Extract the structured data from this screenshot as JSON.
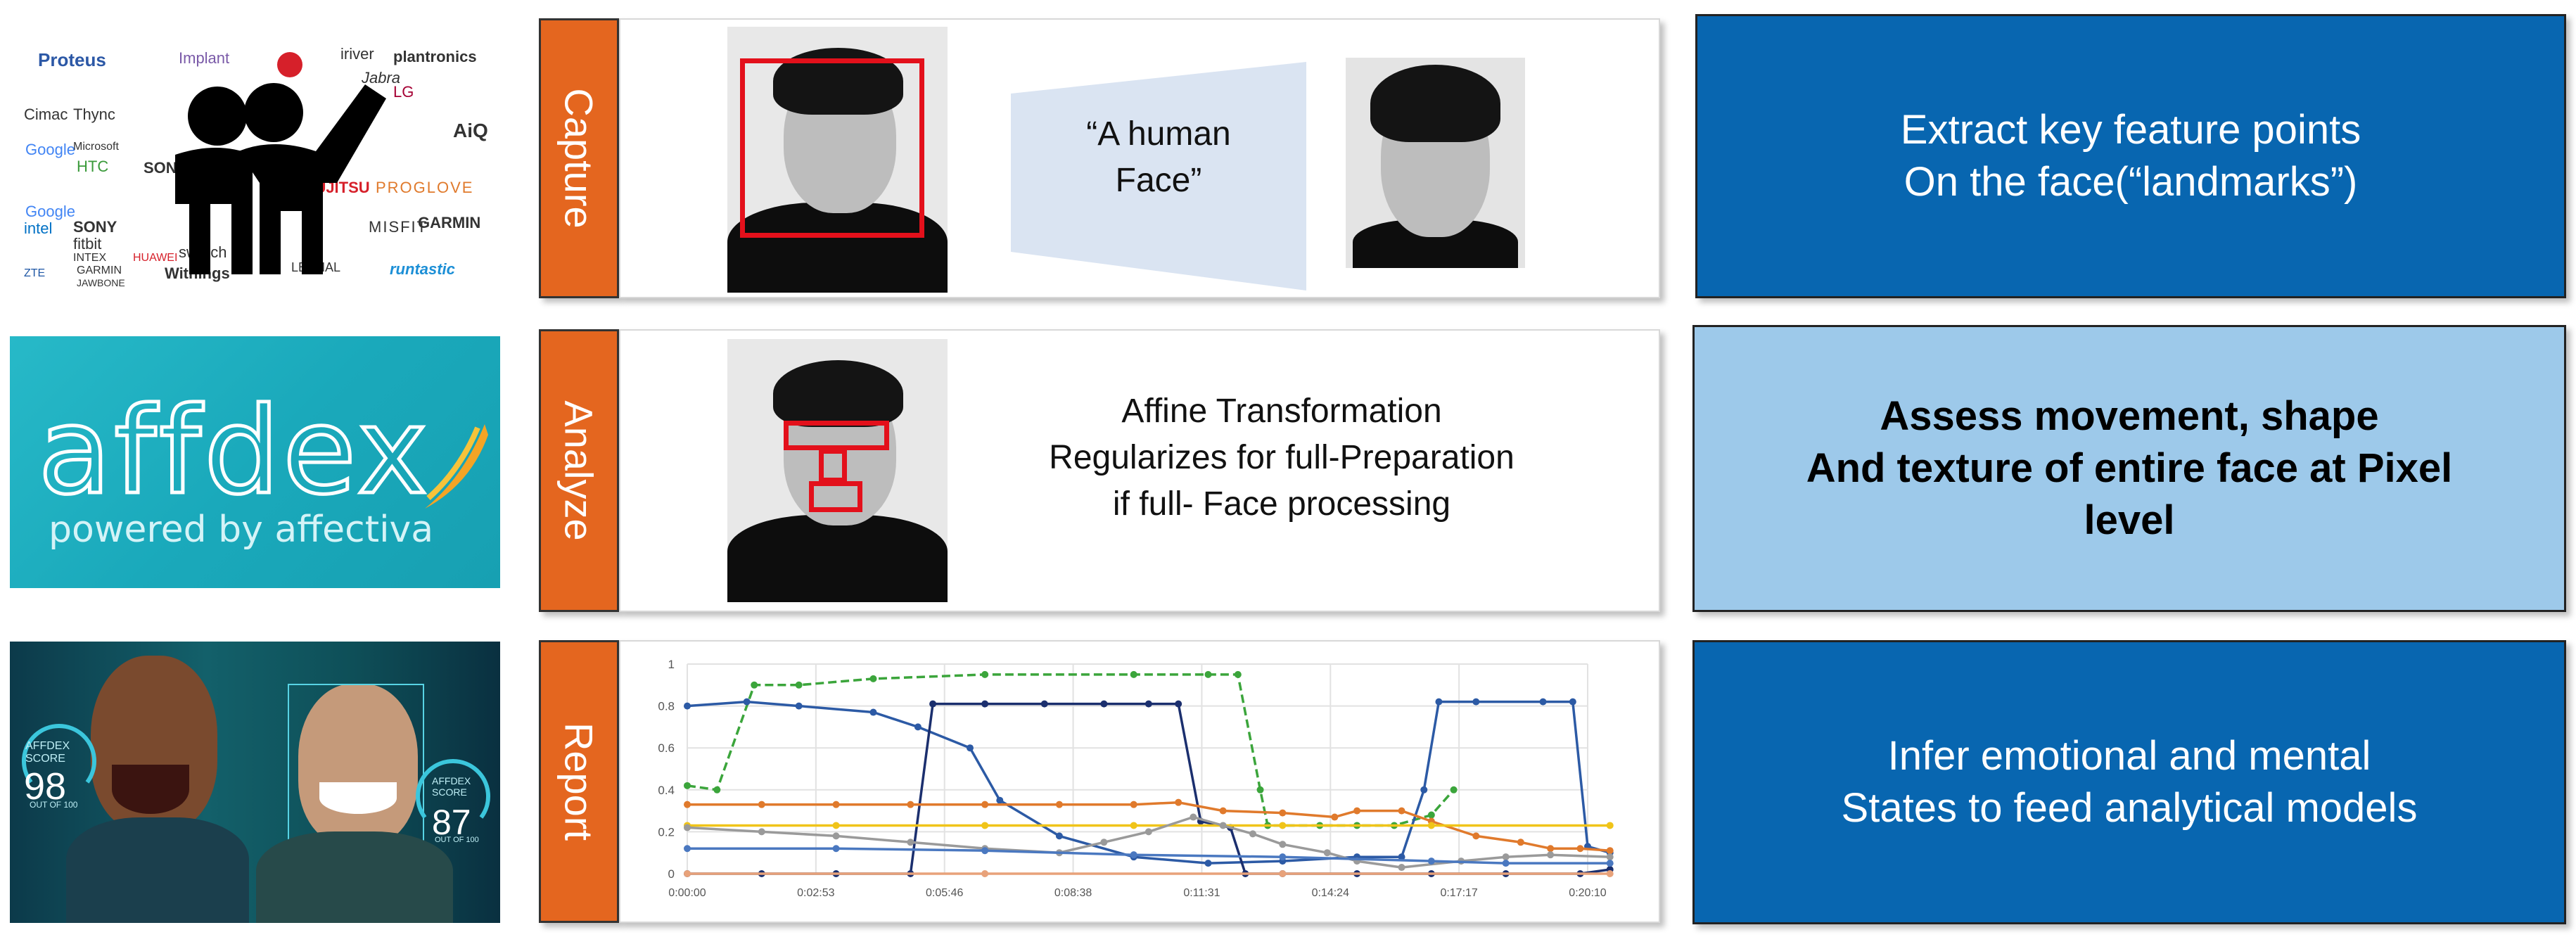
{
  "stages": [
    {
      "label": "Capture"
    },
    {
      "label": "Analyze"
    },
    {
      "label": "Report"
    }
  ],
  "capture": {
    "trapezoid_text": [
      "“A human",
      "Face”"
    ],
    "logos": [
      "Proteus",
      "Implant",
      "iriver",
      "plantronics",
      "Jabra",
      "LG",
      "Cimac",
      "Thync",
      "AiQ",
      "Google",
      "Microsoft",
      "HTC",
      "SONY",
      "FUJITSU",
      "PROGLOVE",
      "Google",
      "intel",
      "SONY",
      "MISFIT",
      "GARMIN",
      "fitbit",
      "INTEX",
      "HUAWEI",
      "swatch",
      "ZTE",
      "GARMIN",
      "JAWBONE",
      "Withings",
      "LECHAL",
      "runtastic"
    ]
  },
  "analyze": {
    "text_lines": [
      "Affine Transformation",
      "Regularizes  for full-Preparation",
      "if full- Face processing"
    ],
    "logo_main": "affdex",
    "logo_sub": "powered by affectiva"
  },
  "report": {
    "score_label": "AFFDEX SCORE",
    "score_left": "98",
    "score_right": "87",
    "score_sub": "OUT OF 100"
  },
  "right_boxes": [
    {
      "lines": [
        "Extract key feature points",
        "On the face(“landmarks”)"
      ],
      "bold": false,
      "bg": "#0866b0",
      "color": "#ffffff"
    },
    {
      "lines": [
        "Assess movement, shape",
        "And texture of entire face at Pixel",
        "level"
      ],
      "bold": true,
      "bg": "#9dc9ea",
      "color": "#000000"
    },
    {
      "lines": [
        "Infer emotional and mental",
        "States to feed analytical models"
      ],
      "bold": false,
      "bg": "#0866b0",
      "color": "#ffffff"
    }
  ],
  "chart_data": {
    "type": "line",
    "x": [
      "0:00:00",
      "0:02:53",
      "0:05:46",
      "0:08:38",
      "0:11:31",
      "0:14:24",
      "0:17:17",
      "0:20:10"
    ],
    "x_ticks": [
      "0:00:00",
      "0:02:53",
      "0:05:46",
      "0:08:38",
      "0:11:31",
      "0:14:24",
      "0:17:17",
      "0:20:10"
    ],
    "y_ticks": [
      "0",
      "0.2",
      "0.4",
      "0.6",
      "0.8",
      "1"
    ],
    "ylim": [
      0,
      1
    ],
    "xlim_seconds": [
      0,
      1210
    ],
    "grid": true,
    "series": [
      {
        "color": "#3ba53b",
        "dashed": true,
        "points": [
          [
            0,
            0.42
          ],
          [
            40,
            0.4
          ],
          [
            90,
            0.9
          ],
          [
            150,
            0.9
          ],
          [
            250,
            0.93
          ],
          [
            400,
            0.95
          ],
          [
            600,
            0.95
          ],
          [
            700,
            0.95
          ],
          [
            740,
            0.95
          ],
          [
            770,
            0.4
          ],
          [
            780,
            0.23
          ],
          [
            850,
            0.23
          ],
          [
            900,
            0.23
          ],
          [
            950,
            0.23
          ],
          [
            1000,
            0.28
          ],
          [
            1030,
            0.4
          ]
        ]
      },
      {
        "color": "#2c5aa5",
        "points": [
          [
            0,
            0.8
          ],
          [
            80,
            0.82
          ],
          [
            150,
            0.8
          ],
          [
            250,
            0.77
          ],
          [
            310,
            0.7
          ],
          [
            380,
            0.6
          ],
          [
            420,
            0.35
          ],
          [
            500,
            0.18
          ],
          [
            600,
            0.08
          ],
          [
            700,
            0.05
          ],
          [
            800,
            0.06
          ],
          [
            900,
            0.08
          ],
          [
            960,
            0.08
          ],
          [
            990,
            0.4
          ],
          [
            1010,
            0.82
          ],
          [
            1060,
            0.82
          ],
          [
            1150,
            0.82
          ],
          [
            1190,
            0.82
          ],
          [
            1210,
            0.13
          ],
          [
            1240,
            0.1
          ]
        ]
      },
      {
        "color": "#1b2f6e",
        "points": [
          [
            0,
            0.0
          ],
          [
            100,
            0.0
          ],
          [
            200,
            0.0
          ],
          [
            300,
            0.0
          ],
          [
            330,
            0.81
          ],
          [
            400,
            0.81
          ],
          [
            480,
            0.81
          ],
          [
            560,
            0.81
          ],
          [
            620,
            0.81
          ],
          [
            660,
            0.81
          ],
          [
            690,
            0.25
          ],
          [
            730,
            0.22
          ],
          [
            750,
            0.0
          ],
          [
            800,
            0.0
          ],
          [
            900,
            0.0
          ],
          [
            1000,
            0.0
          ],
          [
            1100,
            0.0
          ],
          [
            1200,
            0.0
          ],
          [
            1240,
            0.02
          ]
        ]
      },
      {
        "color": "#e07a2c",
        "points": [
          [
            0,
            0.33
          ],
          [
            100,
            0.33
          ],
          [
            200,
            0.33
          ],
          [
            300,
            0.33
          ],
          [
            400,
            0.33
          ],
          [
            500,
            0.33
          ],
          [
            600,
            0.33
          ],
          [
            660,
            0.34
          ],
          [
            720,
            0.3
          ],
          [
            800,
            0.29
          ],
          [
            870,
            0.27
          ],
          [
            900,
            0.3
          ],
          [
            960,
            0.3
          ],
          [
            1000,
            0.25
          ],
          [
            1060,
            0.18
          ],
          [
            1120,
            0.15
          ],
          [
            1160,
            0.12
          ],
          [
            1200,
            0.12
          ],
          [
            1240,
            0.11
          ]
        ]
      },
      {
        "color": "#f0c419",
        "points": [
          [
            0,
            0.23
          ],
          [
            200,
            0.23
          ],
          [
            400,
            0.23
          ],
          [
            600,
            0.23
          ],
          [
            800,
            0.23
          ],
          [
            1000,
            0.23
          ],
          [
            1240,
            0.23
          ]
        ]
      },
      {
        "color": "#9a9a9a",
        "points": [
          [
            0,
            0.22
          ],
          [
            100,
            0.2
          ],
          [
            200,
            0.18
          ],
          [
            300,
            0.15
          ],
          [
            400,
            0.12
          ],
          [
            500,
            0.1
          ],
          [
            560,
            0.15
          ],
          [
            620,
            0.2
          ],
          [
            680,
            0.27
          ],
          [
            720,
            0.23
          ],
          [
            760,
            0.19
          ],
          [
            800,
            0.14
          ],
          [
            860,
            0.1
          ],
          [
            900,
            0.06
          ],
          [
            960,
            0.03
          ],
          [
            1040,
            0.06
          ],
          [
            1100,
            0.08
          ],
          [
            1160,
            0.09
          ],
          [
            1240,
            0.08
          ]
        ]
      },
      {
        "color": "#4a78c0",
        "points": [
          [
            0,
            0.12
          ],
          [
            200,
            0.12
          ],
          [
            400,
            0.11
          ],
          [
            600,
            0.09
          ],
          [
            800,
            0.08
          ],
          [
            1000,
            0.06
          ],
          [
            1100,
            0.05
          ],
          [
            1240,
            0.05
          ]
        ]
      },
      {
        "color": "#e8a27a",
        "points": [
          [
            0,
            0.0
          ],
          [
            400,
            0.0
          ],
          [
            800,
            0.0
          ],
          [
            1240,
            0.0
          ]
        ]
      }
    ]
  }
}
